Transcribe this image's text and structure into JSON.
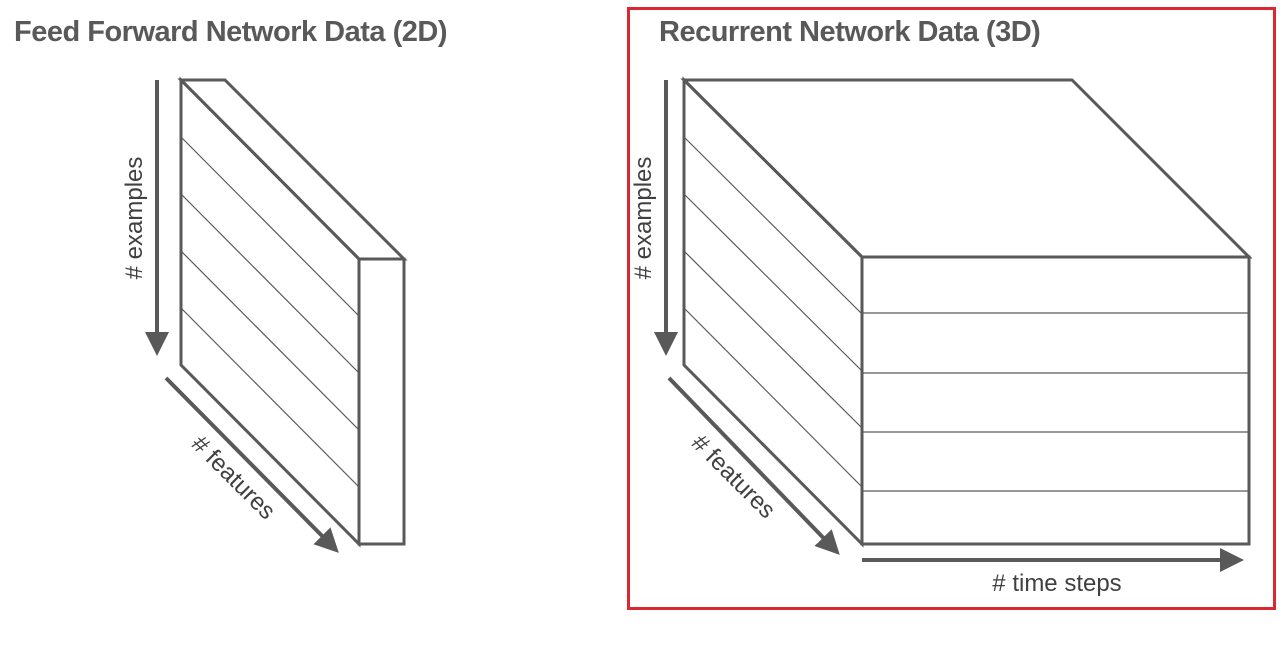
{
  "feed_forward": {
    "title": "Feed Forward Network Data (2D)",
    "examples_label": "# examples",
    "features_label": "# features"
  },
  "recurrent": {
    "title": "Recurrent Network Data (3D)",
    "examples_label": "# examples",
    "features_label": "# features",
    "time_steps_label": "# time steps"
  },
  "colors": {
    "line": "#595959",
    "title": "#595959",
    "label": "#404040",
    "highlight": "#d9282f"
  }
}
